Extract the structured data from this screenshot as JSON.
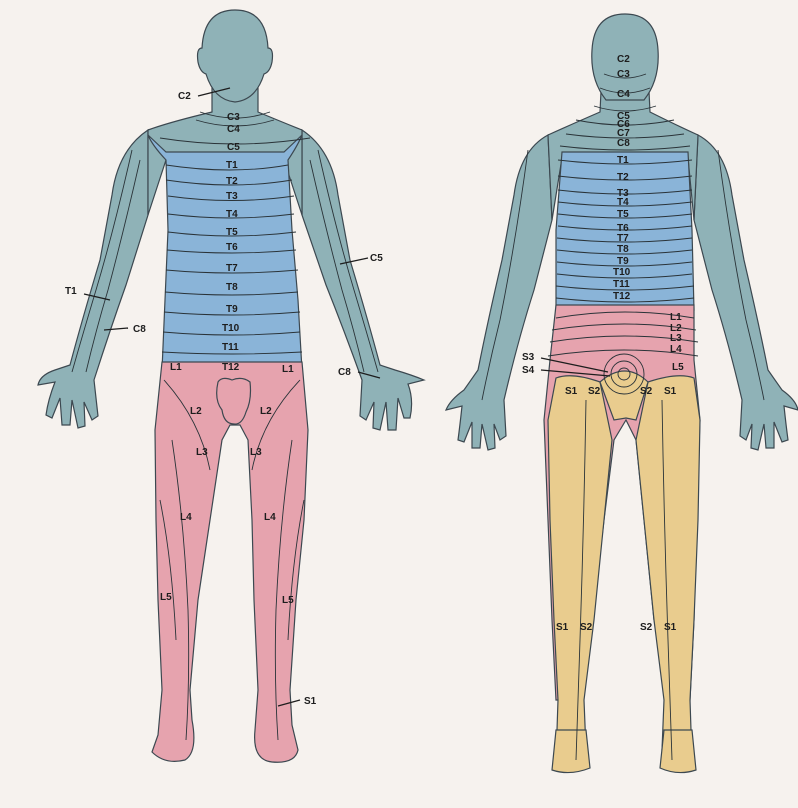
{
  "colors": {
    "background": "#f6f2ee",
    "cervical": "#8fb2b7",
    "thoracic": "#8ab4d8",
    "lumbar": "#e6a3ae",
    "sacral": "#e9cc8e",
    "outline": "#3c4850",
    "line": "#2a3338"
  },
  "front": {
    "labels": {
      "C2": "C2",
      "C3": "C3",
      "C4": "C4",
      "C5": "C5",
      "T1": "T1",
      "T2": "T2",
      "T3": "T3",
      "T4": "T4",
      "T5": "T5",
      "T6": "T6",
      "T7": "T7",
      "T8": "T8",
      "T9": "T9",
      "T10": "T10",
      "T11": "T11",
      "T12": "T12",
      "arm_C5": "C5",
      "arm_T1": "T1",
      "arm_C8_left": "C8",
      "arm_C8_right": "C8",
      "L1_left": "L1",
      "L1_right": "L1",
      "L2_left": "L2",
      "L2_right": "L2",
      "L3_left": "L3",
      "L3_right": "L3",
      "L4_left": "L4",
      "L4_right": "L4",
      "L5_left": "L5",
      "L5_right": "L5",
      "S1": "S1"
    }
  },
  "back": {
    "labels": {
      "C2": "C2",
      "C3": "C3",
      "C4": "C4",
      "C5": "C5",
      "C6": "C6",
      "C7": "C7",
      "C8": "C8",
      "T1": "T1",
      "T2": "T2",
      "T3": "T3",
      "T4": "T4",
      "T5": "T5",
      "T6": "T6",
      "T7": "T7",
      "T8": "T8",
      "T9": "T9",
      "T10": "T10",
      "T11": "T11",
      "T12": "T12",
      "L1": "L1",
      "L2": "L2",
      "L3": "L3",
      "L4": "L4",
      "L5": "L5",
      "S3": "S3",
      "S4": "S4",
      "S1_hip_left": "S1",
      "S2_hip_left": "S2",
      "S2_hip_right": "S2",
      "S1_hip_right": "S1",
      "S1_leg_left": "S1",
      "S2_leg_left": "S2",
      "S2_leg_right": "S2",
      "S1_leg_right": "S1"
    }
  }
}
